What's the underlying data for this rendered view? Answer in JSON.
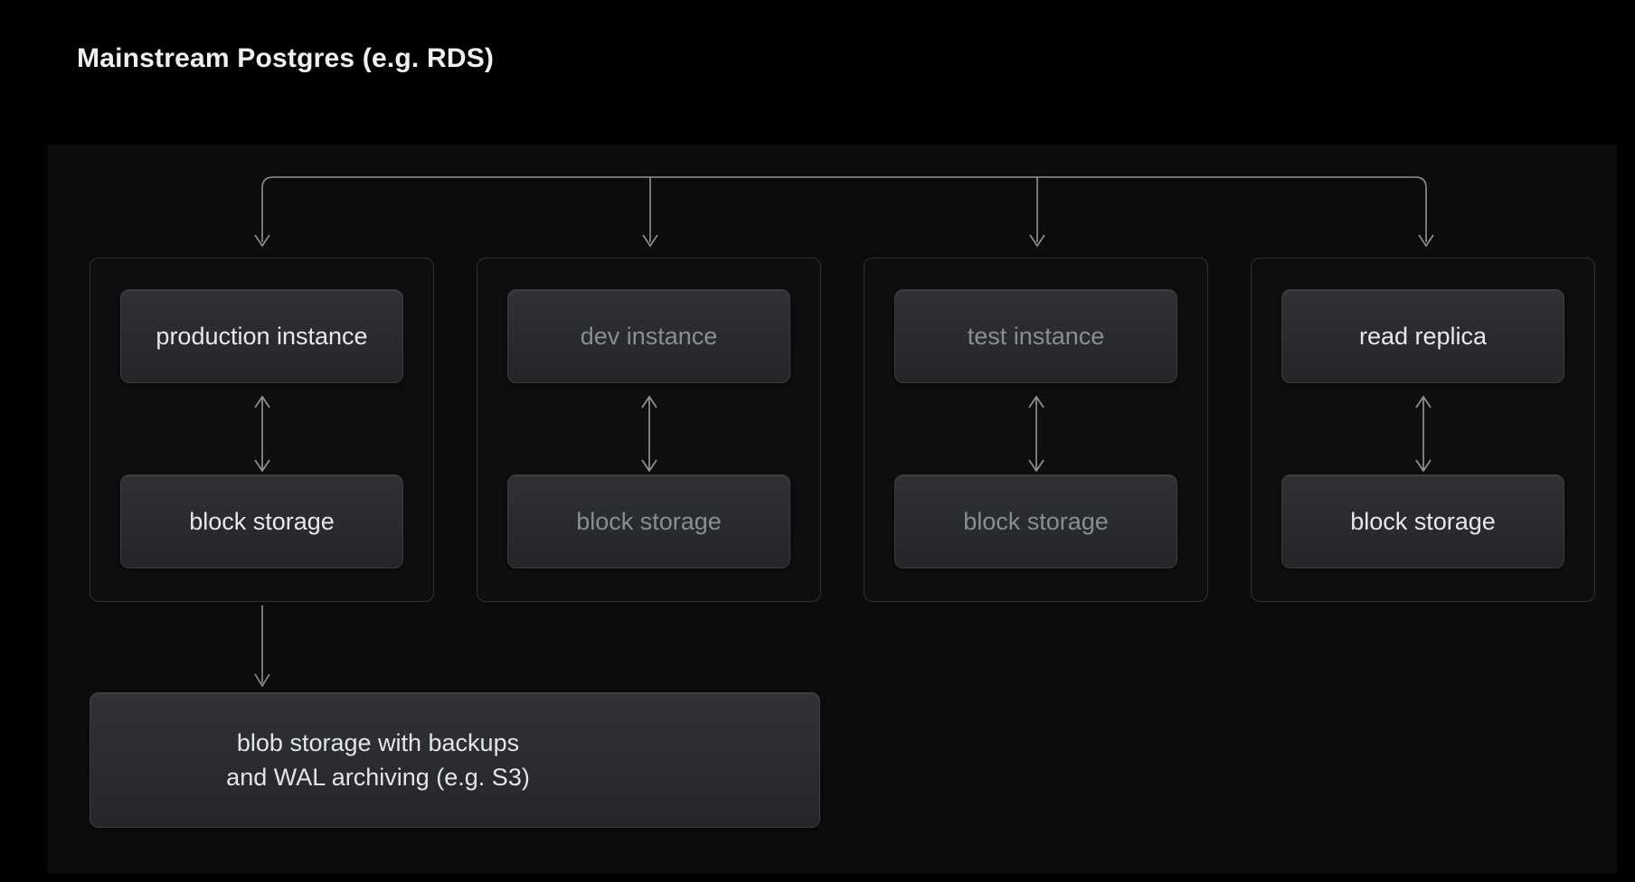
{
  "title": "Mainstream Postgres (e.g. RDS)",
  "diagram": {
    "groups": [
      {
        "id": "production",
        "instance_label": "production instance",
        "storage_label": "block storage",
        "text_style": "bright"
      },
      {
        "id": "dev",
        "instance_label": "dev instance",
        "storage_label": "block storage",
        "text_style": "dim"
      },
      {
        "id": "test",
        "instance_label": "test instance",
        "storage_label": "block storage",
        "text_style": "dim"
      },
      {
        "id": "replica",
        "instance_label": "read replica",
        "storage_label": "block storage",
        "text_style": "bright"
      }
    ],
    "blob_storage": {
      "line1": "blob storage with backups",
      "line2": "and WAL archiving (e.g. S3)"
    },
    "icons": {
      "down_arrow": "↓",
      "bidirectional_arrow": "↕"
    }
  },
  "colors": {
    "background": "#010102",
    "panel_bg": "#0c0c0d",
    "group_border": "#2e3035",
    "node_bg_top": "#2f3135",
    "node_bg_bottom": "#232528",
    "node_border": "#3b3d42",
    "arrow": "#8e9197",
    "text_bright": "#e7e8ea",
    "text_dim": "#8a8d93",
    "title_text": "#eef0f2"
  }
}
